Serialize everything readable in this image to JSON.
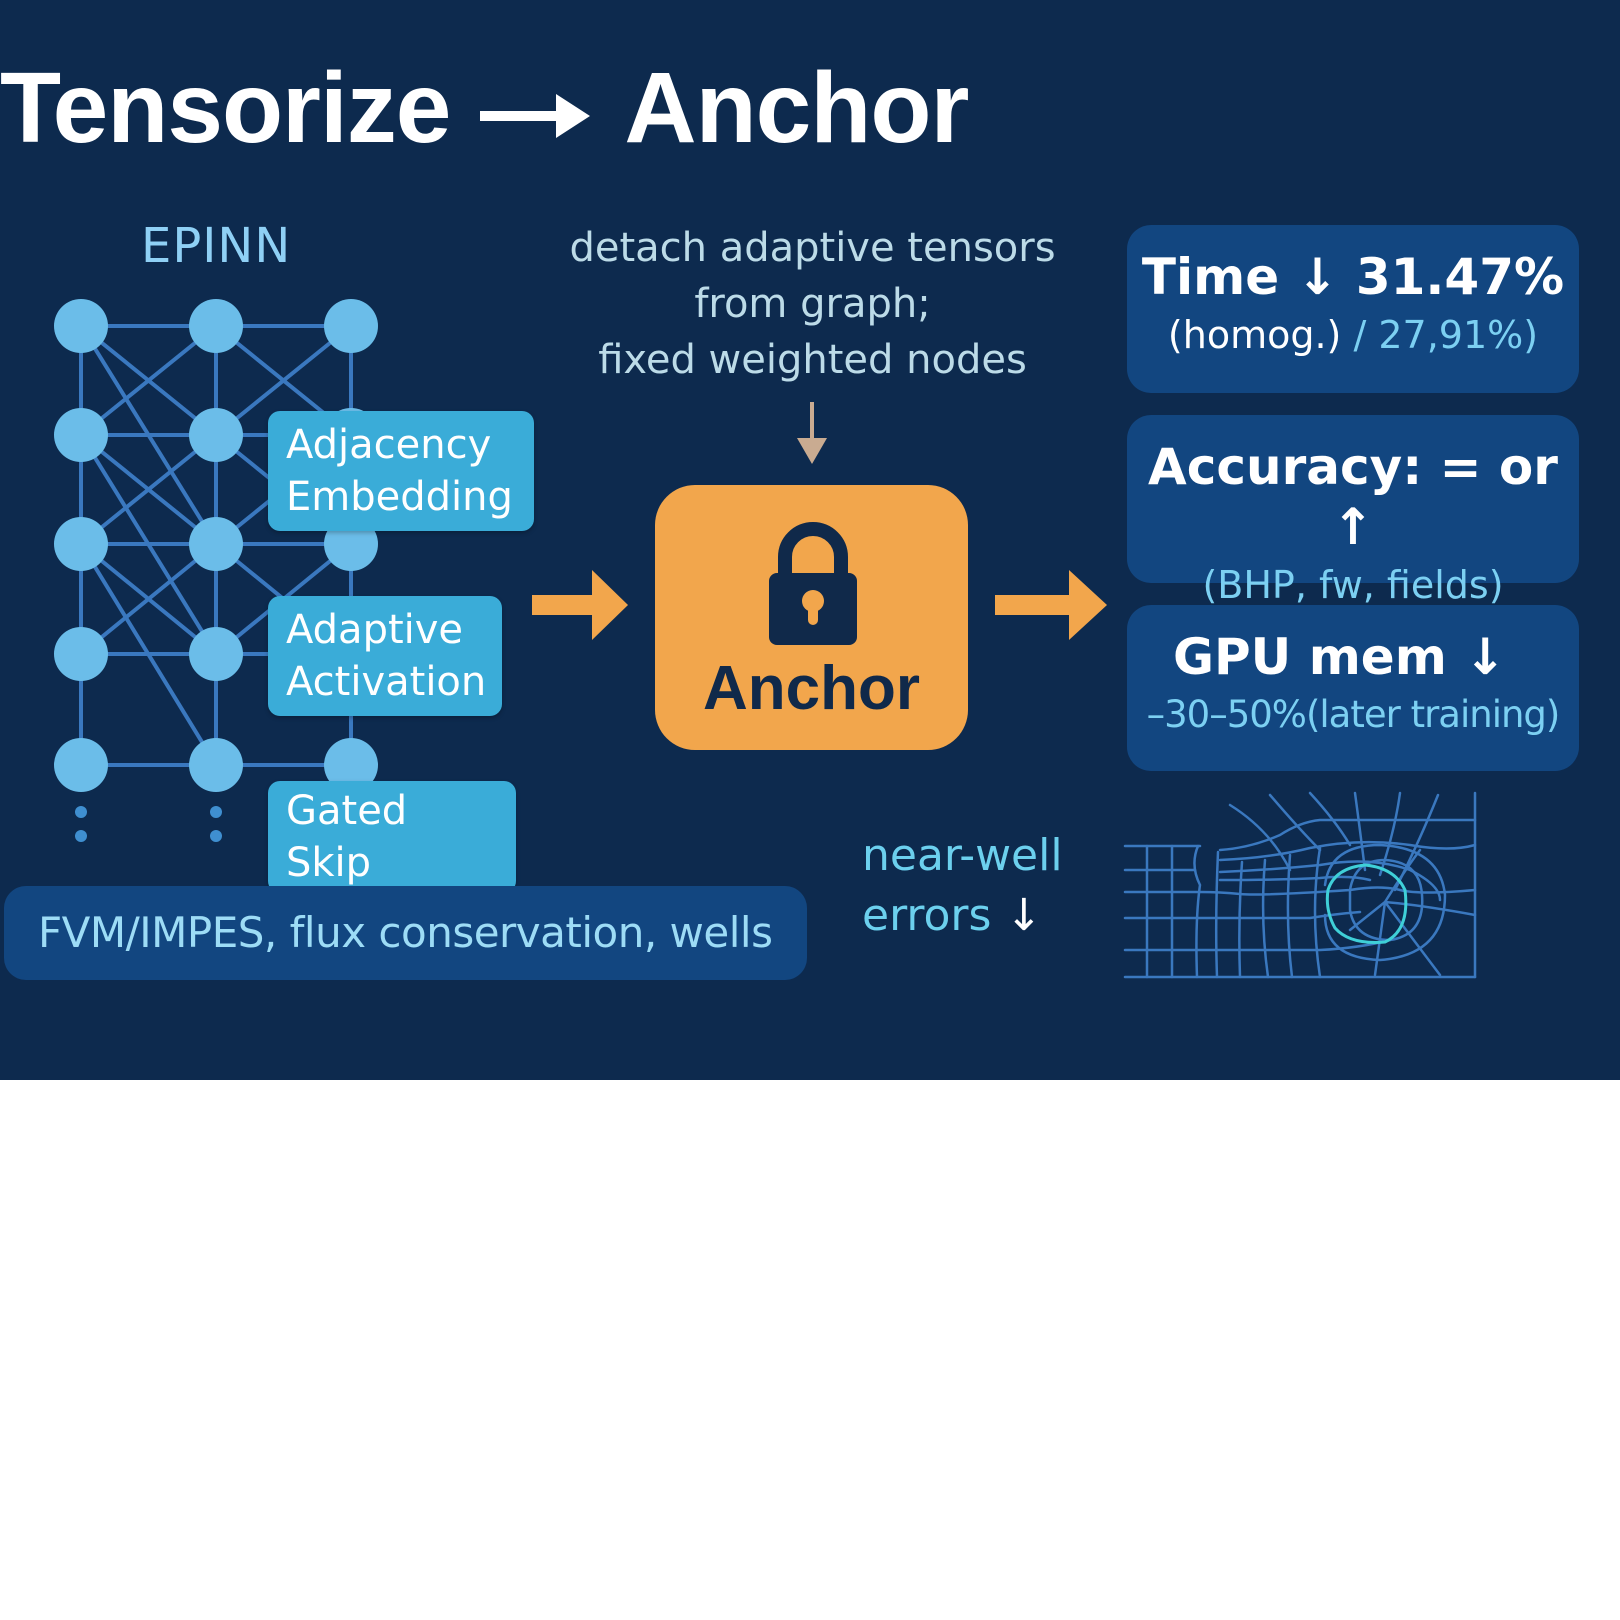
{
  "title": {
    "left": "Tensorize",
    "arrow": "⟶",
    "right": "Anchor"
  },
  "network": {
    "label": "EPINN",
    "node_color": "#6bbde9",
    "edge_color": "#3a78bf",
    "layers": [
      {
        "name": "Adjacency Embedding"
      },
      {
        "name": "Adaptive Activation"
      },
      {
        "name": "Gated Skip"
      }
    ],
    "tags": {
      "adjacency": [
        "Adjacency",
        "Embedding"
      ],
      "adaptive": [
        "Adaptive",
        "Activation"
      ],
      "gated": "Gated Skip"
    }
  },
  "note": {
    "lines": [
      "detach adaptive tensors",
      "from graph;",
      "fixed weighted nodes"
    ]
  },
  "anchor": {
    "label": "Anchor",
    "icon": "lock-icon",
    "color": "#f2a64c"
  },
  "metrics": [
    {
      "line1": "Time ↓ 31.47%",
      "line2_a": "(homog.)",
      "line2_b": " / 27,91%)"
    },
    {
      "line1": "Accuracy: = or ↑",
      "line2": "(BHP, fw, fields)"
    },
    {
      "line1": "GPU mem ↓",
      "line2": "–30–50%(later training)"
    }
  ],
  "footer": {
    "text": "FVM/IMPES, flux conservation, wells"
  },
  "near_well": {
    "line1": "near-well",
    "line2": "errors",
    "arrow": "↓"
  },
  "colors": {
    "background": "#0d2a4e",
    "accent_orange": "#f2a64c",
    "tag_blue": "#3aacd8",
    "panel_blue": "#124680",
    "highlight_cyan": "#7cd0f2"
  }
}
